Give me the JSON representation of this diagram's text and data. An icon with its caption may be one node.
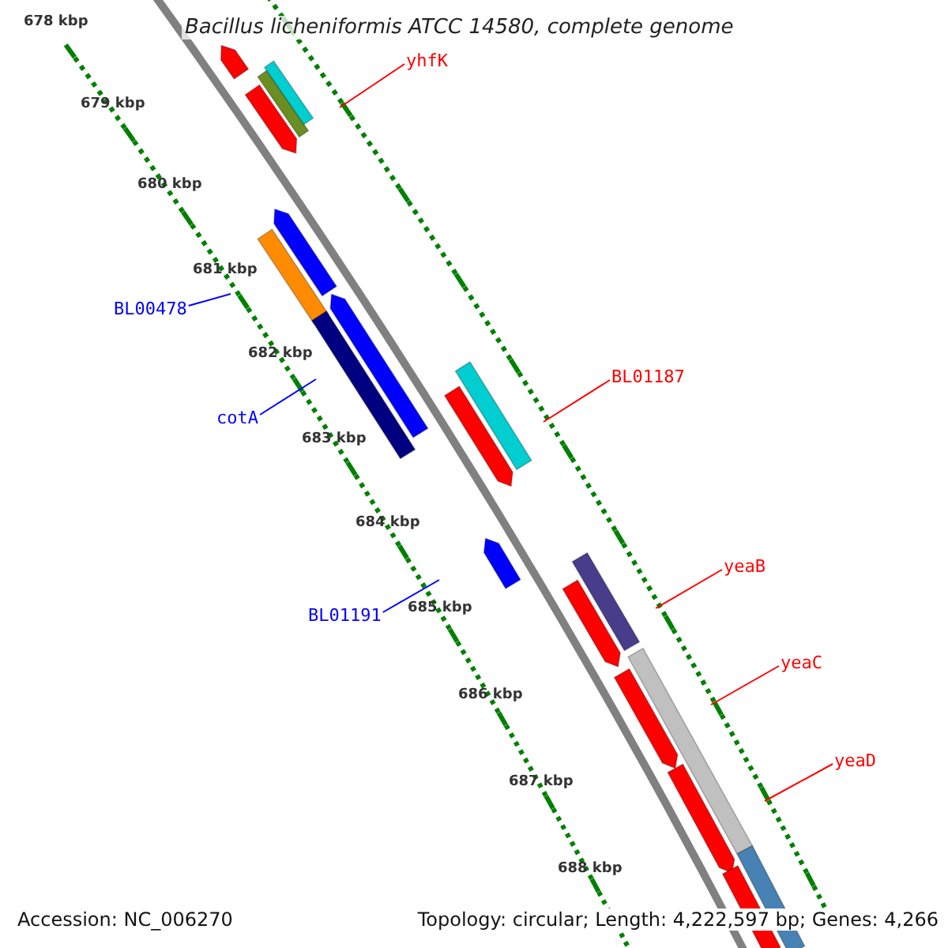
{
  "diagram": {
    "title": "Bacillus licheniformis ATCC 14580, complete genome",
    "nodes": [
      {
        "text": [
          "yhfK"
        ]
      },
      {
        "text": [
          "BL00478"
        ]
      },
      {
        "text": [
          "cotA"
        ]
      },
      {
        "text": [
          "BL01187"
        ]
      },
      {
        "text": [
          "BL01191"
        ]
      },
      {
        "text": [
          "yeaB"
        ]
      },
      {
        "text": [
          "yeaC"
        ]
      },
      {
        "text": [
          "yeaD"
        ]
      }
    ],
    "edges": [
      {
        "from": 0,
        "to": null,
        "arrow": "none"
      },
      {
        "from": 1,
        "to": null,
        "arrow": "none",
        "color": "#0000ff"
      },
      {
        "from": 2,
        "to": null,
        "arrow": "none",
        "color": "#0000ff"
      },
      {
        "from": 3,
        "to": null,
        "arrow": "none"
      },
      {
        "from": 4,
        "to": null,
        "arrow": "none",
        "color": "#0000ff"
      },
      {
        "from": 5,
        "to": null,
        "arrow": "none"
      },
      {
        "from": 6,
        "to": null,
        "arrow": "none"
      },
      {
        "from": 7,
        "to": null,
        "arrow": "none"
      }
    ],
    "labels": [
      "678 kbp",
      "679 kbp",
      "680 kbp",
      "681 kbp",
      "682 kbp",
      "683 kbp",
      "684 kbp",
      "685 kbp",
      "686 kbp",
      "687 kbp",
      "688 kbp",
      "Accession: NC_006270",
      "Topology: circular; Length: 4,222,597 bp; Genes: 4,266"
    ]
  }
}
